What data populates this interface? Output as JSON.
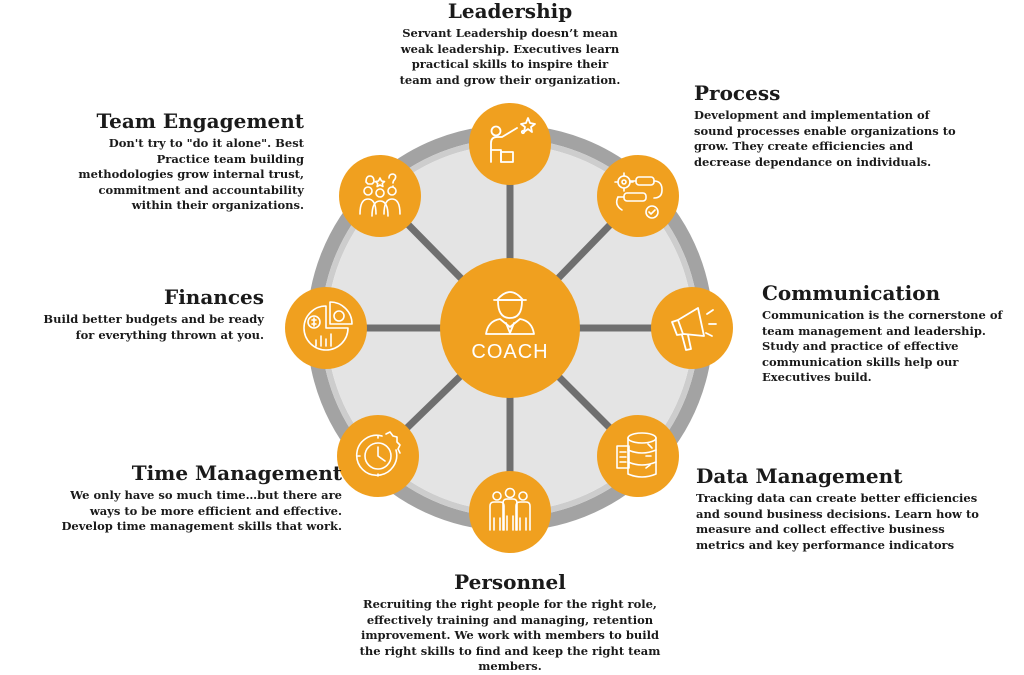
{
  "colors": {
    "accent": "#f0a01f",
    "ring": "#a3a3a3",
    "ring_light": "#c9c9c9",
    "disc": "#e4e4e4",
    "spoke": "#6f6f6f",
    "text": "#1a1a1a"
  },
  "center": {
    "label": "COACH",
    "icon": "coach-person-icon"
  },
  "nodes": {
    "leadership": {
      "title": "Leadership",
      "icon": "leader-pointing-star-icon",
      "text": "Servant Leadership doesn’t mean weak leadership. Executives learn practical skills to inspire their team and grow their organization."
    },
    "process": {
      "title": "Process",
      "icon": "process-gears-icon",
      "text": "Development and implementation of sound processes enable organizations to grow. They create efficiencies and decrease dependance on individuals."
    },
    "communication": {
      "title": "Communication",
      "icon": "megaphone-icon",
      "text": "Communication is the cornerstone of team management and leadership. Study and practice of effective communication skills help our Executives build."
    },
    "data_management": {
      "title": "Data Management",
      "icon": "database-icon",
      "text": "Tracking data can create better efficiencies and sound business decisions. Learn how to measure and collect effective business metrics and key performance indicators"
    },
    "personnel": {
      "title": "Personnel",
      "icon": "people-group-icon",
      "text": "Recruiting the right people for the right role, effectively training and managing, retention improvement. We work with members to build the right skills to find and keep the right team members."
    },
    "time_management": {
      "title": "Time Management",
      "icon": "clock-gear-icon",
      "text": "We only have so much time…but there are ways to be more efficient and effective. Develop time management skills that work."
    },
    "finances": {
      "title": "Finances",
      "icon": "finance-chart-icon",
      "text": "Build better budgets and be ready for everything thrown at you."
    },
    "team_engagement": {
      "title": "Team Engagement",
      "icon": "team-ideas-icon",
      "text": "Don't try to \"do it alone\". Best Practice team building methodologies grow internal trust, commitment and accountability within their organizations."
    }
  }
}
